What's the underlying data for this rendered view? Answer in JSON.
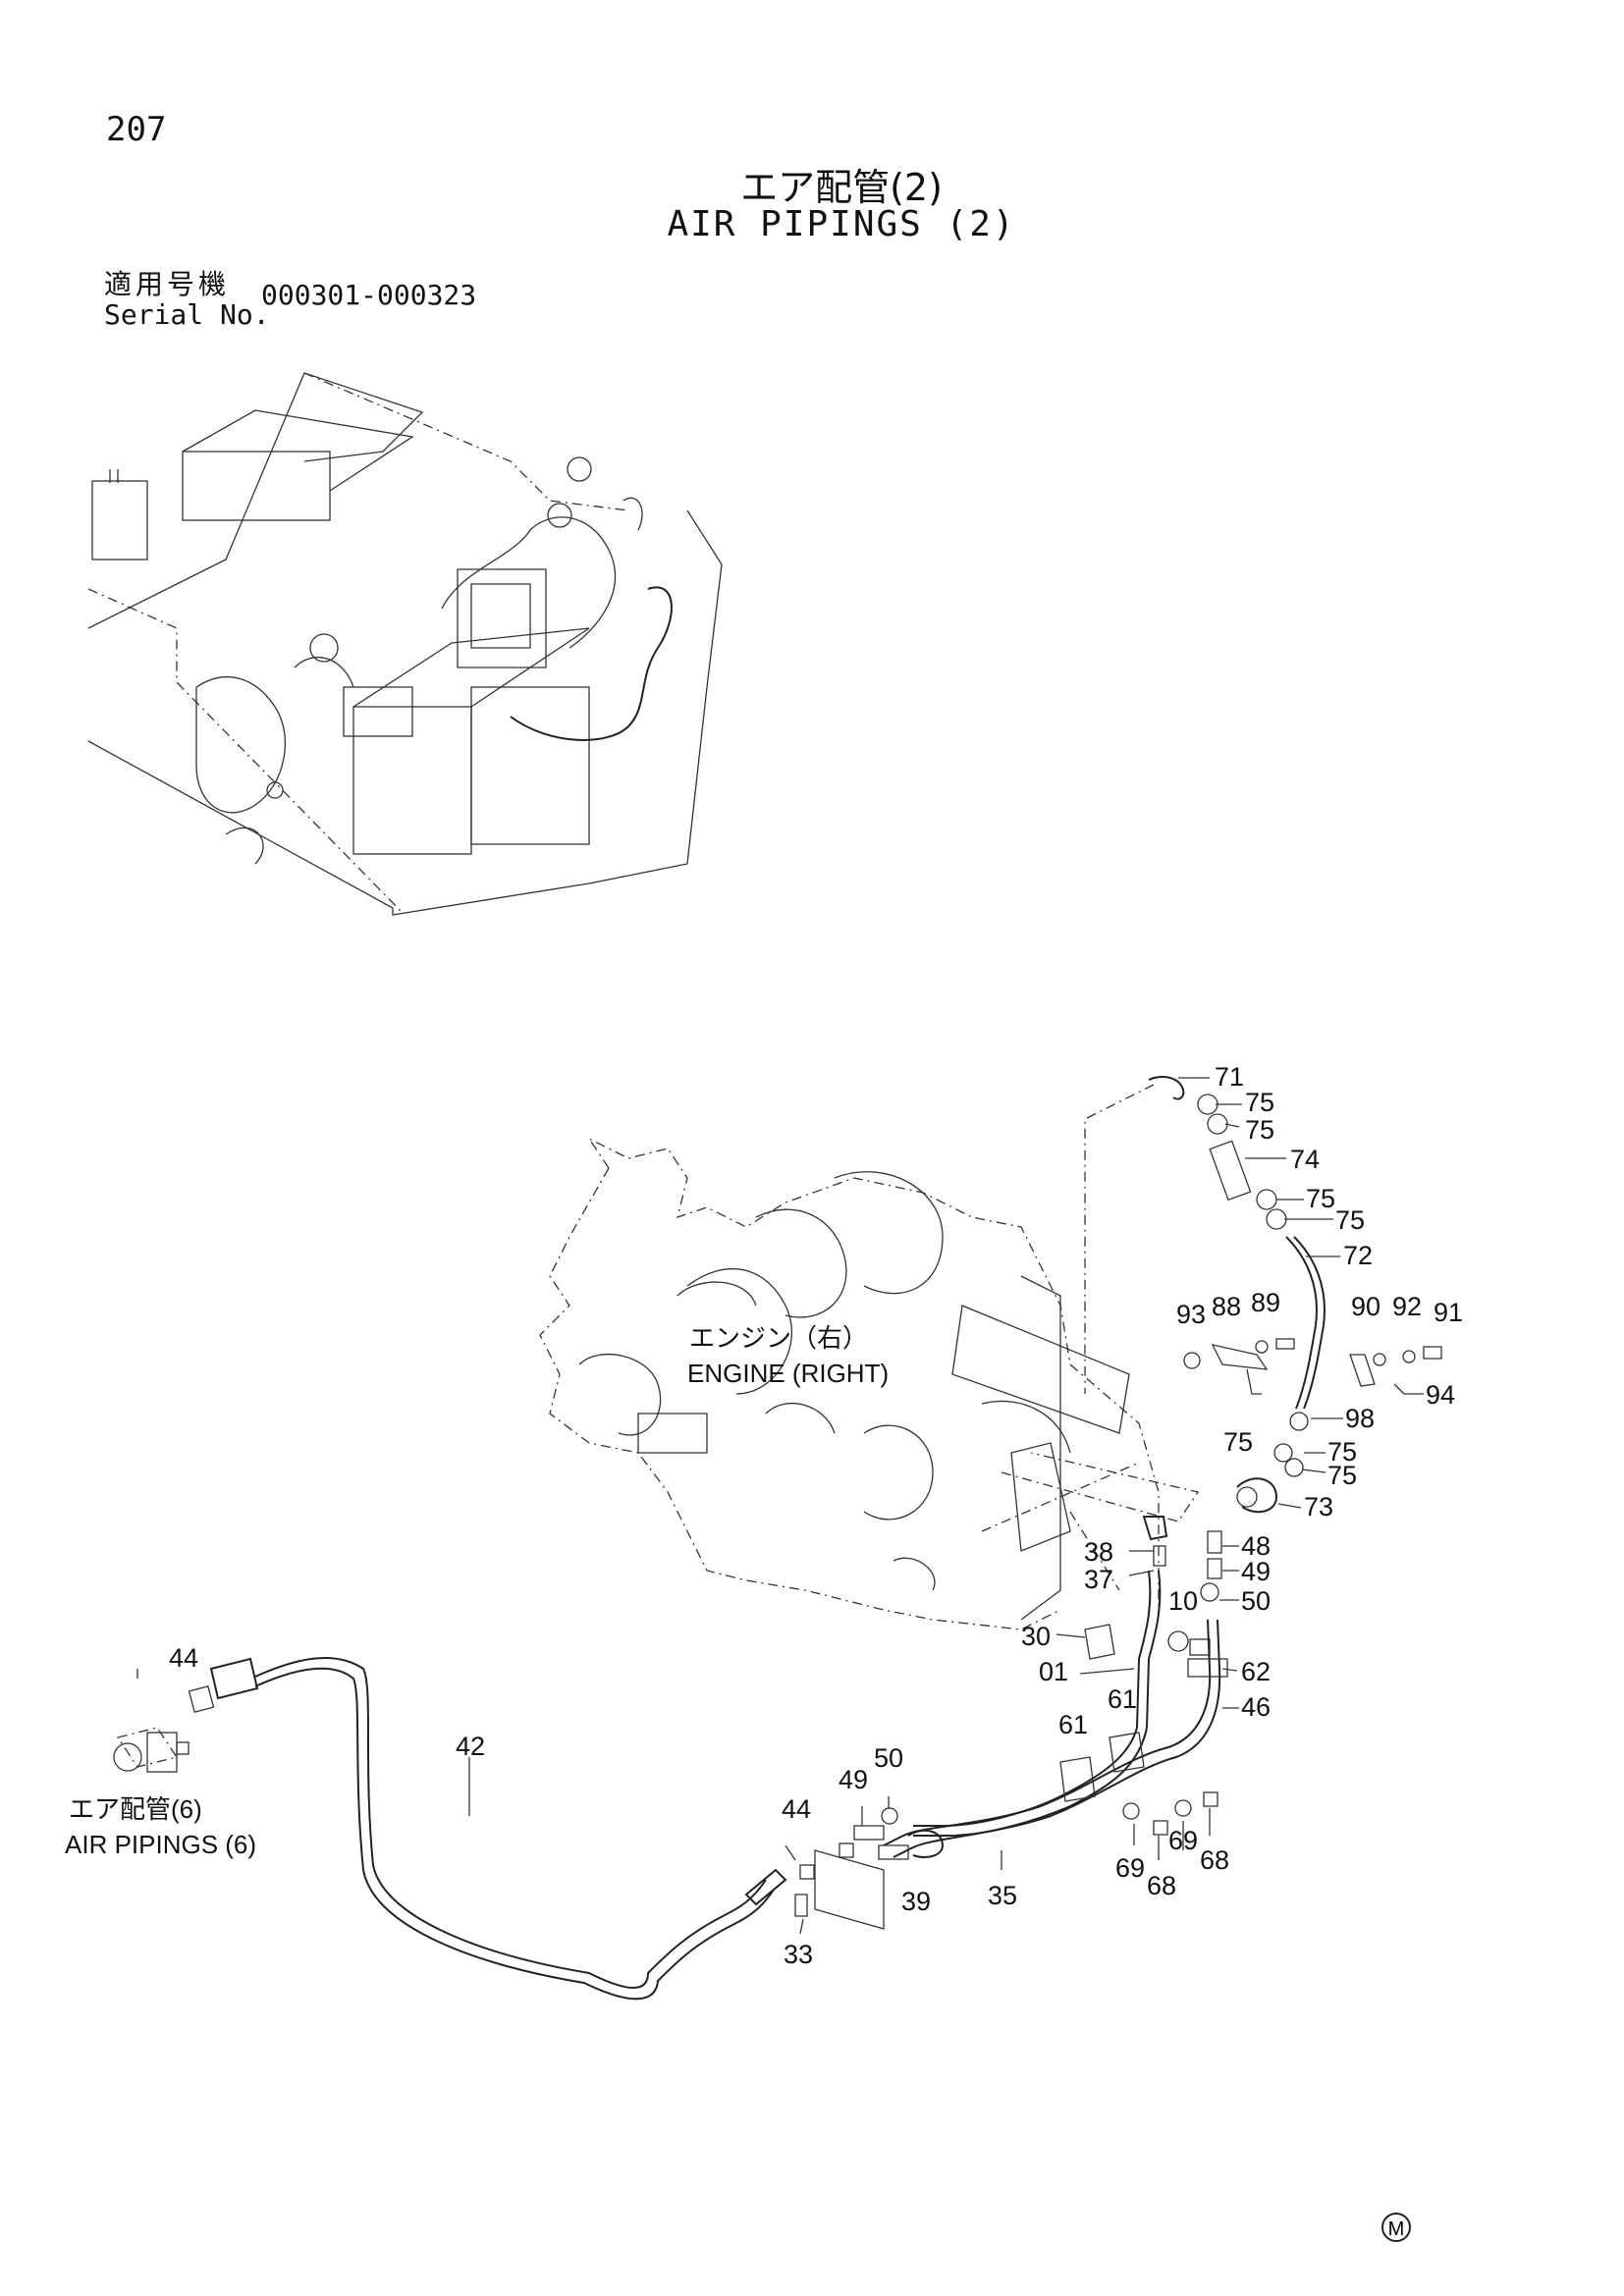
{
  "page_number": "207",
  "title_jp": "エア配管(2)",
  "title_en": "AIR PIPINGS (2)",
  "serial": {
    "label_jp": "適用号機",
    "label_en": "Serial No.",
    "range": "000301-000323"
  },
  "engine_label": {
    "jp": "エンジン（右）",
    "en": "ENGINE (RIGHT)"
  },
  "ref_label": {
    "jp": "エア配管(6)",
    "en": "AIR  PIPINGS (6)"
  },
  "mark": "M",
  "callouts": [
    "71",
    "75",
    "75",
    "74",
    "75",
    "75",
    "72",
    "93",
    "88",
    "89",
    "90",
    "92",
    "91",
    "94",
    "98",
    "75",
    "75",
    "75",
    "73",
    "48",
    "49",
    "50",
    "38",
    "37",
    "10",
    "30",
    "01",
    "62",
    "46",
    "61",
    "61",
    "44",
    "42",
    "49",
    "50",
    "44",
    "39",
    "35",
    "69",
    "69",
    "68",
    "68",
    "33"
  ]
}
